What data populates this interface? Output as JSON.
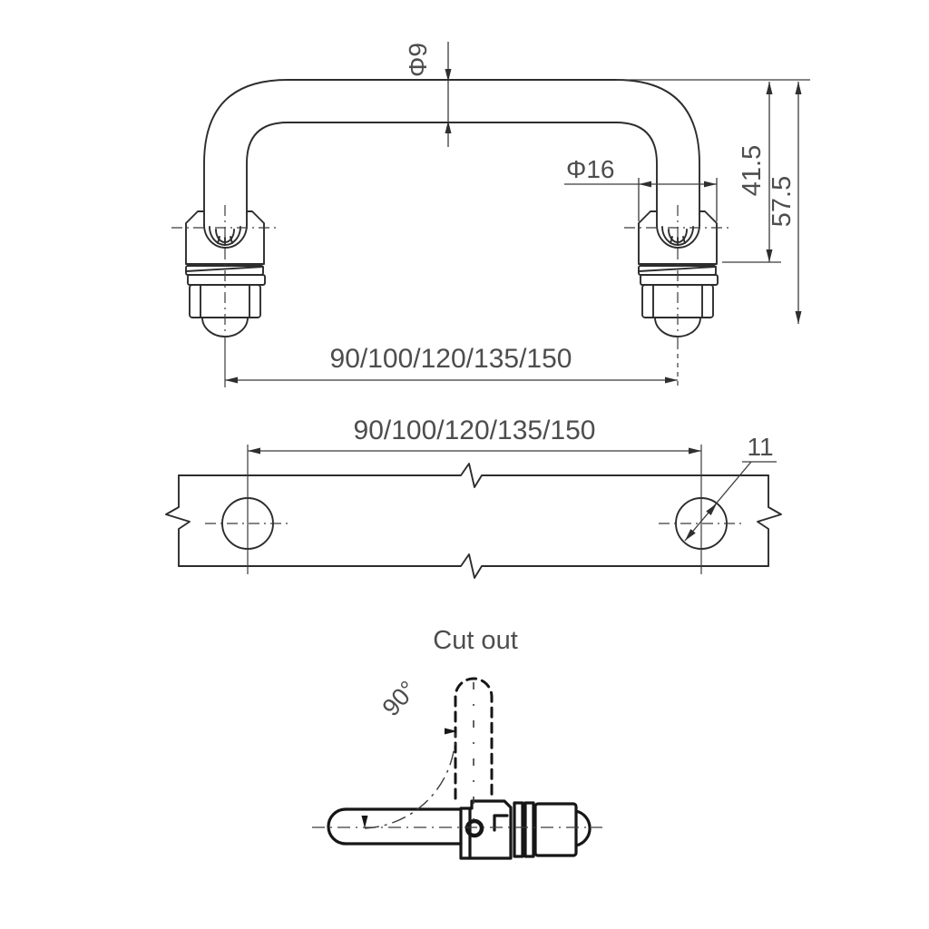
{
  "drawing": {
    "description": "technical drawing of a folding pull handle with clamp mounts",
    "colors": {
      "background": "#ffffff",
      "object_line": "#2d2d2d",
      "side_view_line": "#161616",
      "dimension_line": "#3b3b3b",
      "text": "#4d4d4d"
    },
    "front_view": {
      "dims": {
        "tube_diameter": "Φ9",
        "mount_diameter": "Φ16",
        "height_to_mount_base": "41.5",
        "overall_height": "57.5",
        "hole_spacing": "90/100/120/135/150"
      }
    },
    "cutout_view": {
      "caption": "Cut out",
      "dims": {
        "hole_spacing": "90/100/120/135/150",
        "hole_diameter": "11"
      }
    },
    "side_view": {
      "dims": {
        "fold_angle": "90°"
      }
    }
  }
}
